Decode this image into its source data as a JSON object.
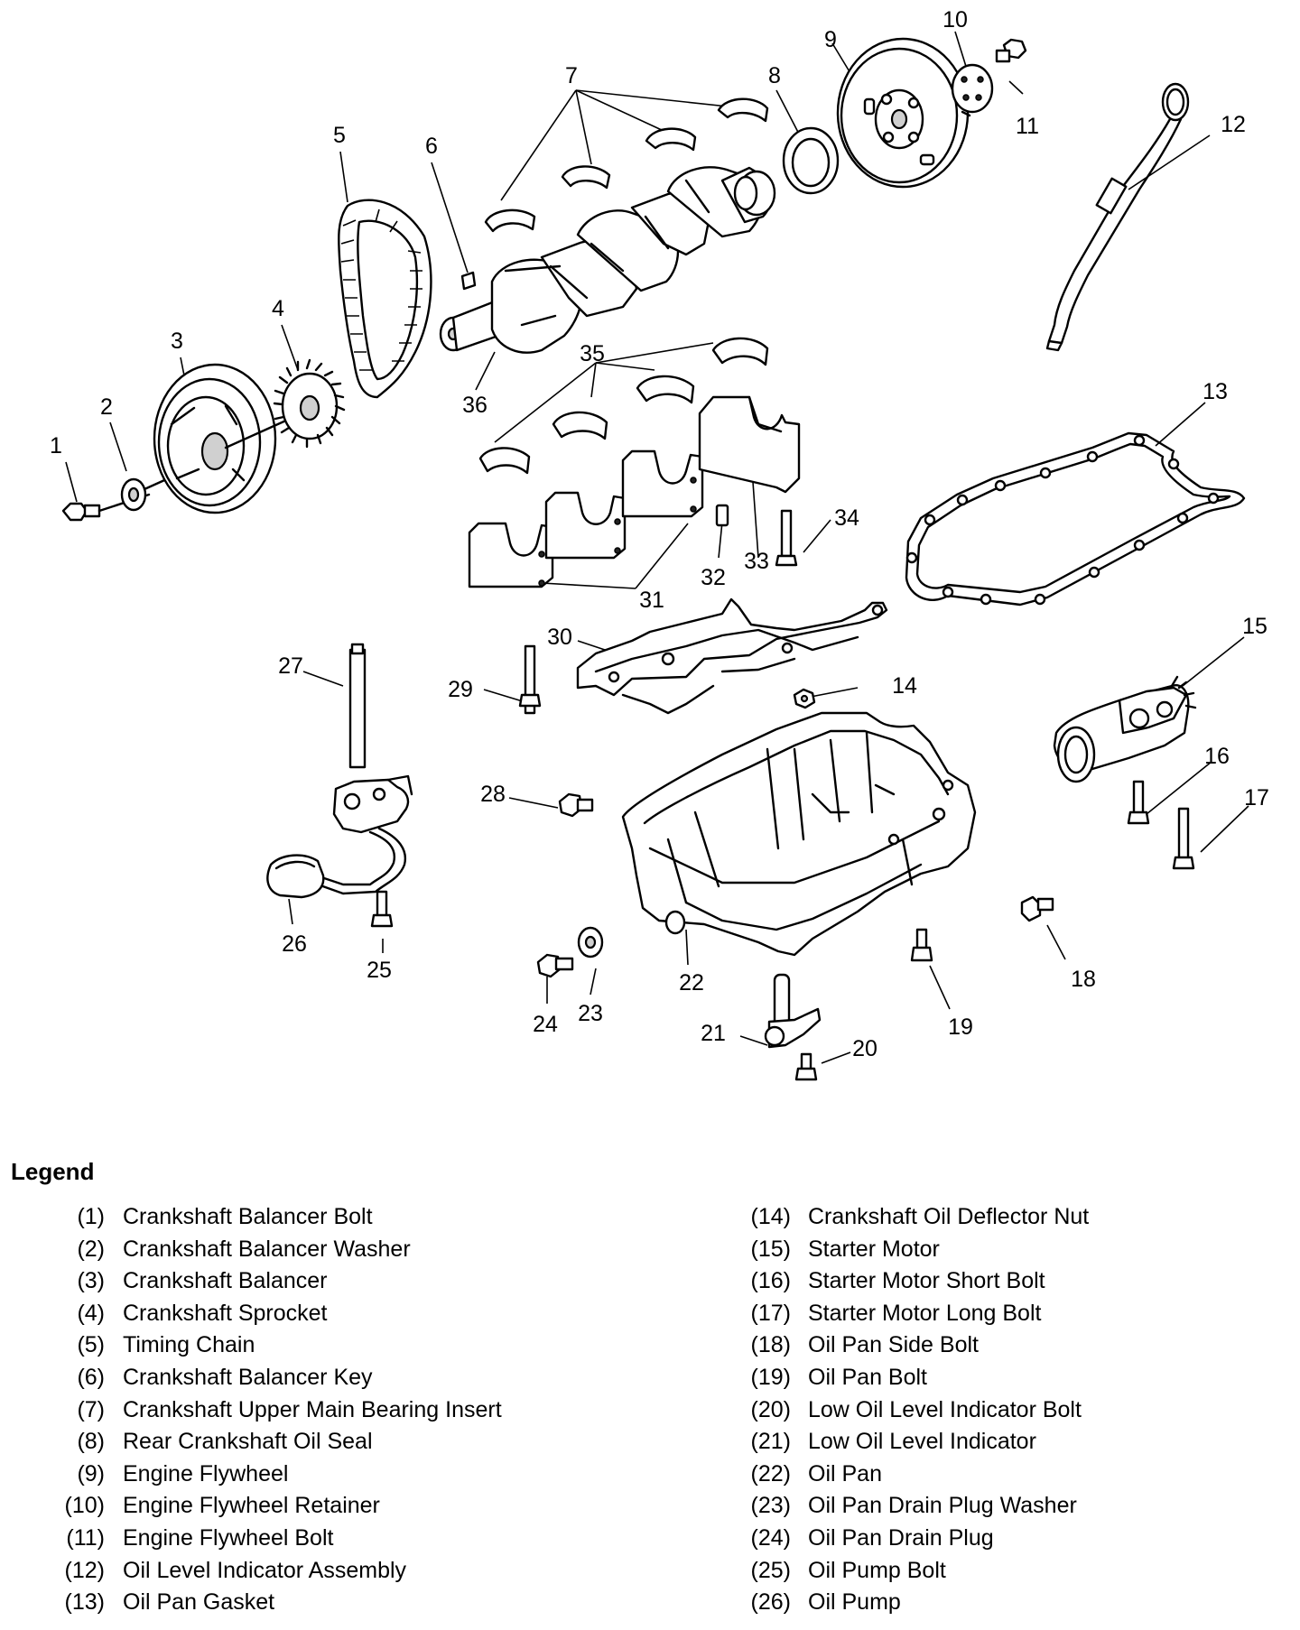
{
  "callouts": [
    "1",
    "2",
    "3",
    "4",
    "5",
    "6",
    "7",
    "8",
    "9",
    "10",
    "11",
    "12",
    "13",
    "14",
    "15",
    "16",
    "17",
    "18",
    "19",
    "20",
    "21",
    "22",
    "23",
    "24",
    "25",
    "26",
    "27",
    "28",
    "29",
    "30",
    "31",
    "32",
    "33",
    "34",
    "35",
    "36"
  ],
  "legend": {
    "title": "Legend",
    "left": [
      {
        "num": "(1)",
        "name": "Crankshaft Balancer Bolt"
      },
      {
        "num": "(2)",
        "name": "Crankshaft Balancer Washer"
      },
      {
        "num": "(3)",
        "name": "Crankshaft Balancer"
      },
      {
        "num": "(4)",
        "name": "Crankshaft Sprocket"
      },
      {
        "num": "(5)",
        "name": "Timing Chain"
      },
      {
        "num": "(6)",
        "name": "Crankshaft Balancer Key"
      },
      {
        "num": "(7)",
        "name": "Crankshaft Upper Main Bearing Insert"
      },
      {
        "num": "(8)",
        "name": "Rear Crankshaft Oil Seal"
      },
      {
        "num": "(9)",
        "name": "Engine Flywheel"
      },
      {
        "num": "(10)",
        "name": "Engine Flywheel Retainer"
      },
      {
        "num": "(11)",
        "name": "Engine Flywheel Bolt"
      },
      {
        "num": "(12)",
        "name": "Oil Level Indicator Assembly"
      },
      {
        "num": "(13)",
        "name": "Oil Pan Gasket"
      }
    ],
    "right": [
      {
        "num": "(14)",
        "name": "Crankshaft Oil Deflector Nut"
      },
      {
        "num": "(15)",
        "name": "Starter Motor"
      },
      {
        "num": "(16)",
        "name": "Starter Motor Short Bolt"
      },
      {
        "num": "(17)",
        "name": "Starter Motor Long Bolt"
      },
      {
        "num": "(18)",
        "name": "Oil Pan Side Bolt"
      },
      {
        "num": "(19)",
        "name": "Oil Pan Bolt"
      },
      {
        "num": "(20)",
        "name": "Low Oil Level Indicator Bolt"
      },
      {
        "num": "(21)",
        "name": "Low Oil Level Indicator"
      },
      {
        "num": "(22)",
        "name": "Oil Pan"
      },
      {
        "num": "(23)",
        "name": "Oil Pan Drain Plug Washer"
      },
      {
        "num": "(24)",
        "name": "Oil Pan Drain Plug"
      },
      {
        "num": "(25)",
        "name": "Oil Pump Bolt"
      },
      {
        "num": "(26)",
        "name": "Oil Pump"
      }
    ]
  }
}
